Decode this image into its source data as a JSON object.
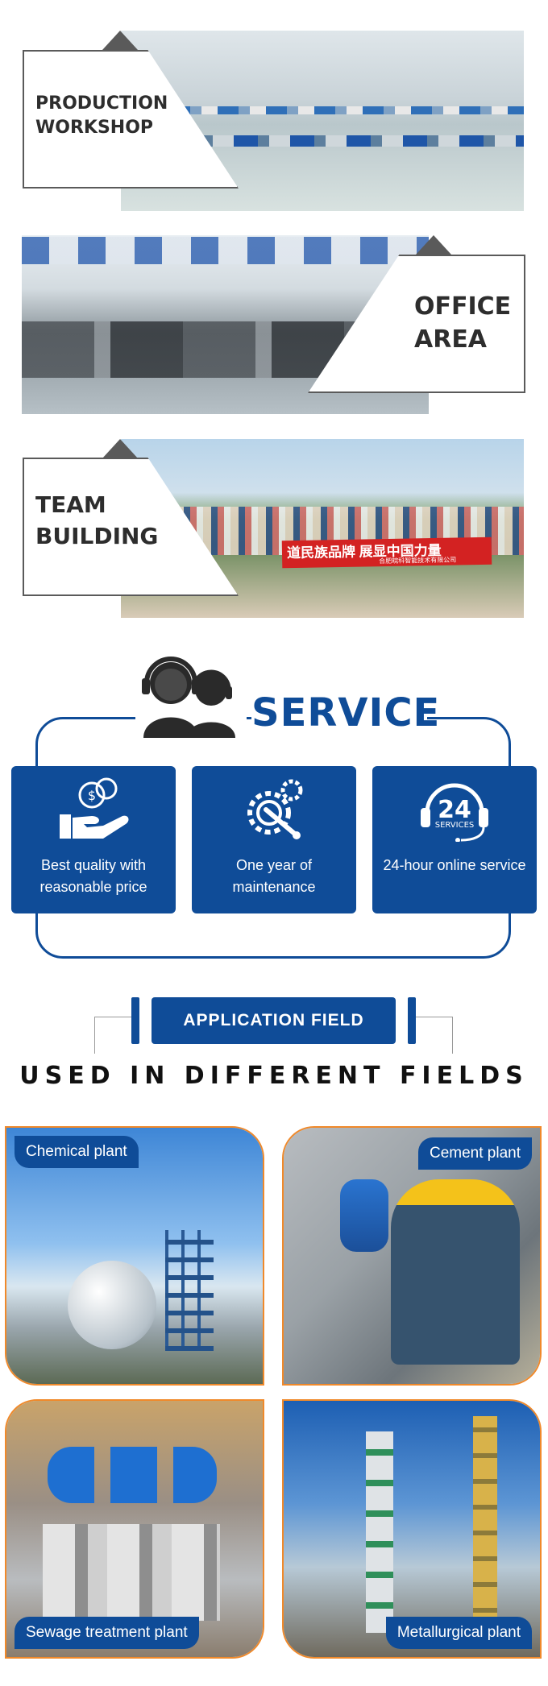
{
  "sections": [
    {
      "key": "production",
      "label": "PRODUCTION\nWORKSHOP"
    },
    {
      "key": "office",
      "label": "OFFICE\nAREA"
    },
    {
      "key": "team",
      "label": "TEAM\nBUILDING"
    }
  ],
  "team_banner": {
    "main": "道民族品牌  展显中国力量",
    "sub": "合肥皖科智能技术有限公司"
  },
  "service": {
    "title": "SERVICE",
    "cards": [
      {
        "label": "Best quality with reasonable price",
        "icon": "money-hand-icon"
      },
      {
        "label": "One year of maintenance",
        "icon": "gear-wrench-icon"
      },
      {
        "label": "24-hour online service",
        "icon": "24h-headset-icon",
        "badge_number": "24",
        "badge_text": "SERVICES"
      }
    ]
  },
  "application": {
    "pill": "APPLICATION FIELD",
    "title": "USED IN DIFFERENT FIELDS",
    "plants": [
      {
        "label": "Chemical plant"
      },
      {
        "label": "Cement plant"
      },
      {
        "label": "Sewage treatment plant"
      },
      {
        "label": "Metallurgical plant"
      }
    ]
  },
  "colors": {
    "brand_blue": "#0f4c98",
    "accent_orange": "#f0892a",
    "label_text": "#2d2d2d"
  }
}
